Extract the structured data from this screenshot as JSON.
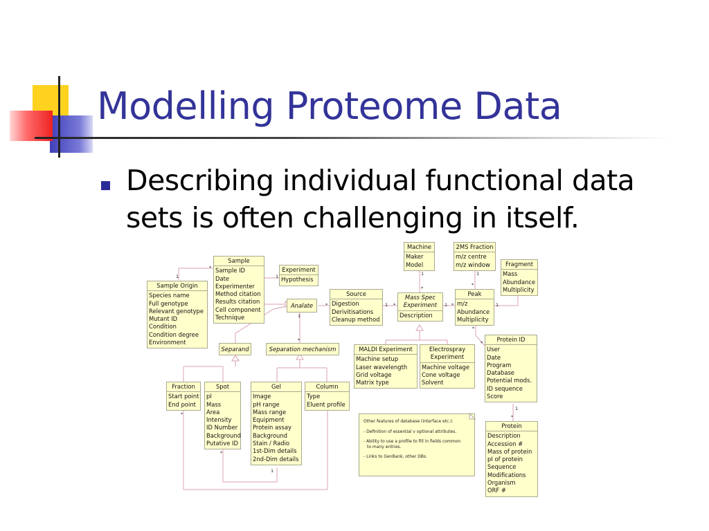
{
  "title": "Modelling Proteome Data",
  "bullet": {
    "line1": "Describing individual functional data",
    "line2": "sets is often challenging in itself."
  },
  "colors": {
    "title": "#333399",
    "bullet": "#2b2b99",
    "box_fill": "#ffffcc",
    "line": "#d9a0b0"
  },
  "diagram": {
    "machine": {
      "name": "Machine",
      "attrs": [
        "Maker",
        "Model"
      ]
    },
    "ms2_fraction": {
      "name": "2MS Fraction",
      "attrs": [
        "m/z centre",
        "m/z window"
      ]
    },
    "fragment": {
      "name": "Fragment",
      "attrs": [
        "Mass",
        "Abundance",
        "Multiplicity"
      ]
    },
    "sample": {
      "name": "Sample",
      "attrs": [
        "Sample ID",
        "Date",
        "Experimenter",
        "Method citation",
        "Results citation",
        "Cell component",
        "Technique"
      ]
    },
    "experiment": {
      "name": "Experiment",
      "attrs": [
        "Hypothesis"
      ]
    },
    "sample_origin": {
      "name": "Sample Origin",
      "attrs": [
        "Species name",
        "Full genotype",
        "Relevant genotype",
        "Mutant ID",
        "Condition",
        "Condition degree",
        "Environment"
      ]
    },
    "analate": {
      "name": "Analate"
    },
    "source": {
      "name": "Source",
      "attrs": [
        "Digestion",
        "Derivitisations",
        "Cleanup method"
      ]
    },
    "mass_spec": {
      "name": "Mass Spec Experiment",
      "attrs": [
        "Description"
      ]
    },
    "peak": {
      "name": "Peak",
      "attrs": [
        "m/z",
        "Abundance",
        "Multiplicity"
      ]
    },
    "separand": {
      "name": "Separand"
    },
    "separation_mechanism": {
      "name": "Separation mechanism"
    },
    "maldi": {
      "name": "MALDI Experiment",
      "attrs": [
        "Machine setup",
        "Laser wavelength",
        "Grid voltage",
        "Matrix type"
      ]
    },
    "electrospray": {
      "name": "Electrospray Experiment",
      "attrs": [
        "Machine voltage",
        "Cone voltage",
        "Solvent"
      ]
    },
    "protein_id": {
      "name": "Protein ID",
      "attrs": [
        "User",
        "Date",
        "Program",
        "Database",
        "Potential mods.",
        "ID sequence",
        "Score"
      ]
    },
    "fraction": {
      "name": "Fraction",
      "attrs": [
        "Start point",
        "End point"
      ]
    },
    "spot": {
      "name": "Spot",
      "attrs": [
        "pI",
        "Mass",
        "Area",
        "Intensity",
        "ID Number",
        "Background",
        "Putative ID"
      ]
    },
    "gel": {
      "name": "Gel",
      "attrs": [
        "Image",
        "pH range",
        "Mass range",
        "Equipment",
        "Protein assay",
        "Background",
        "Stain / Radio",
        "1st-Dim details",
        "2nd-Dim details"
      ]
    },
    "column": {
      "name": "Column",
      "attrs": [
        "Type",
        "Eluent profile"
      ]
    },
    "protein": {
      "name": "Protein",
      "attrs": [
        "Description",
        "Accession #",
        "Mass of protein",
        "pI of protein",
        "Sequence",
        "Modifications",
        "Organism",
        "ORF #"
      ]
    },
    "note": {
      "line1": "Other features of database (interface etc.):",
      "line2": "- Definition of essential v optional attributes.",
      "line3": "- Ability to use a profile to fill in fields common",
      "line4": "  to many entries.",
      "line5": "- Links to GenBank, other DBs."
    },
    "mult": {
      "one": "1",
      "many": "*"
    }
  }
}
